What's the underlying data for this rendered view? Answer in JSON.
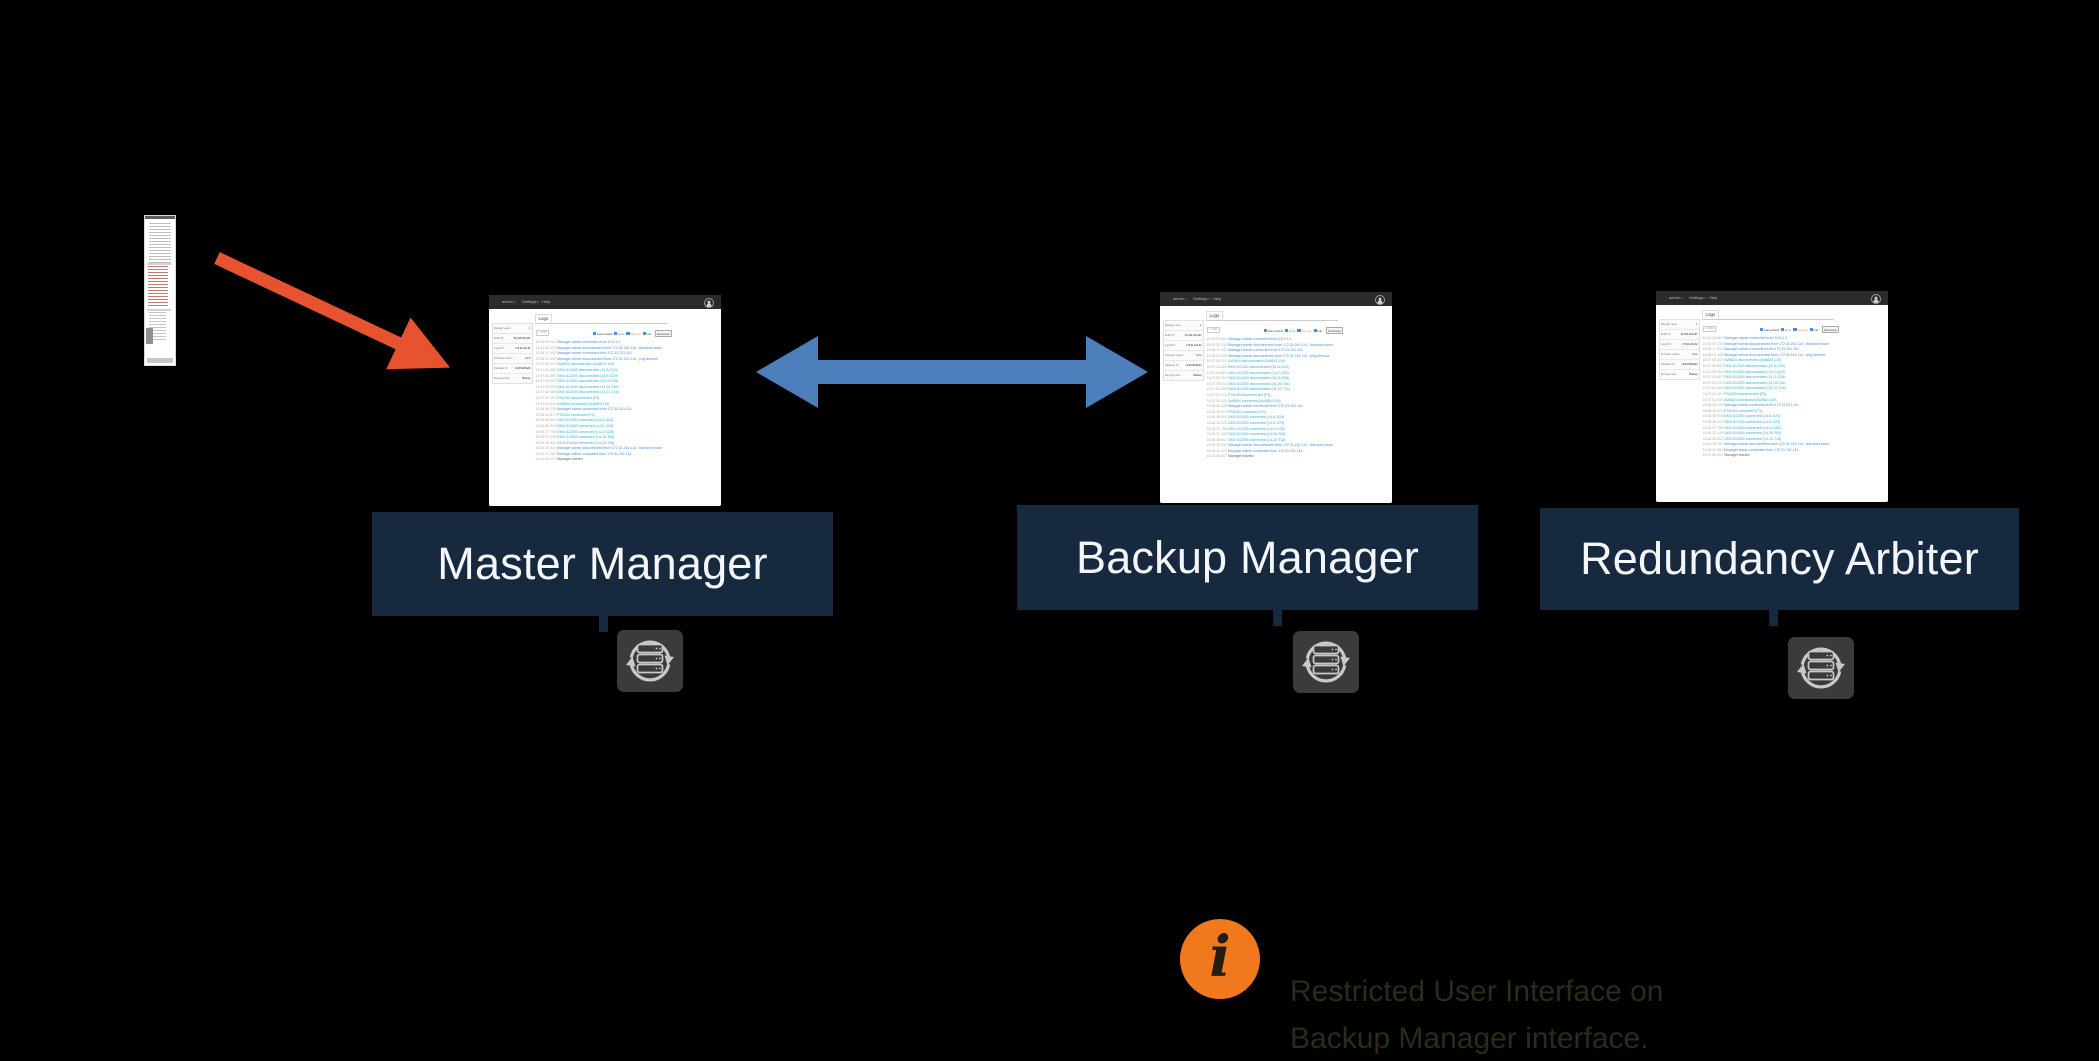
{
  "colors": {
    "bg": "#000000",
    "navy": "#16293F",
    "red": "#E7532F",
    "blue": "#4C7EBC",
    "orange": "#F0791E",
    "caption": "#2E291B",
    "titlebar": "#2B2B2B",
    "logBlue": "#4A8FD4",
    "logTeal": "#35AECE",
    "checkbox": "#3D8FE0",
    "warn": "#F0A030"
  },
  "nodes": [
    {
      "label": "Master Manager"
    },
    {
      "label": "Backup Manager"
    },
    {
      "label": "Redundancy Arbiter"
    }
  ],
  "note": {
    "line1": "Restricted User Interface on",
    "line2": "Backup Manager interface."
  },
  "window": {
    "menu": [
      "admin",
      "Settings",
      "Help"
    ],
    "tab": "Logs",
    "pagination": "1 / 2030",
    "sidebar": [
      {
        "label": "Manager users",
        "value": "1"
      },
      {
        "label": "Public IP",
        "value": "62.194.194.227"
      },
      {
        "label": "Local IP 1",
        "value": "172.31.241.32"
      },
      {
        "label": "Firmware version",
        "value": "4.0.2"
      },
      {
        "label": "Hardware ID",
        "value": "8ca57af15a34"
      },
      {
        "label": "Running mode",
        "value": "Backup"
      }
    ],
    "filters": [
      {
        "label": "Auto-refresh",
        "color": "dark"
      },
      {
        "label": "Error",
        "color": "blue"
      },
      {
        "label": "Warning",
        "color": "orange"
      },
      {
        "label": "Info",
        "color": "dark"
      }
    ],
    "download_label": "Download",
    "log_lines": [
      {
        "time": "15:42:09.661",
        "msg": "Manager admin connected from 10.0.1.2",
        "color": "blue"
      },
      {
        "time": "15:41:52.130",
        "msg": "Manager admin disconnected from 172.31.241.114 : transport close",
        "color": "blue"
      },
      {
        "time": "15:38:17.902",
        "msg": "Manager admin connected from 172.31.241.114",
        "color": "blue"
      },
      {
        "time": "15:38:02.445",
        "msg": "Manager admin disconnected from 172.31.241.114 : ping timeout",
        "color": "blue"
      },
      {
        "time": "15:37:55.310",
        "msg": "AVAB24 disconnected (AVAB24.119)",
        "color": "teal"
      },
      {
        "time": "15:37:54.882",
        "msg": "DMX-512000 disconnected (14-A-G24)",
        "color": "teal"
      },
      {
        "time": "15:37:54.551",
        "msg": "DMX-512000 disconnected (14-E-G29)",
        "color": "teal"
      },
      {
        "time": "15:37:53.907",
        "msg": "DMX-512000 disconnected (14-G-G28)",
        "color": "teal"
      },
      {
        "time": "15:37:53.215",
        "msg": "DMX-512000 disconnected (14-26-T64)",
        "color": "teal"
      },
      {
        "time": "15:37:52.668",
        "msg": "DMX-512000 disconnected (14-22-T16)",
        "color": "teal"
      },
      {
        "time": "15:37:52.101",
        "msg": "PSU200 disconnected (P3)",
        "color": "teal"
      },
      {
        "time": "15:37:51.540",
        "msg": "AVAB24 connected (AVAB24.119)",
        "color": "teal"
      },
      {
        "time": "15:36:40.226",
        "msg": "Manager admin connected from 172.31.241.114",
        "color": "blue"
      },
      {
        "time": "15:36:39.871",
        "msg": "PSU200 connected (P3)",
        "color": "teal"
      },
      {
        "time": "15:36:38.904",
        "msg": "DMX-512000 connected (14-A-G24)",
        "color": "teal"
      },
      {
        "time": "15:36:38.310",
        "msg": "DMX-512000 connected (14-E-G29)",
        "color": "teal"
      },
      {
        "time": "15:36:37.788",
        "msg": "DMX-512000 connected (14-G-G28)",
        "color": "teal"
      },
      {
        "time": "15:36:37.145",
        "msg": "DMX-512000 connected (14-26-T64)",
        "color": "teal"
      },
      {
        "time": "15:36:36.602",
        "msg": "DMX-512000 connected (14-22-T16)",
        "color": "teal"
      },
      {
        "time": "15:34:28.330",
        "msg": "Manager admin disconnected from 172.31.241.114 : transport close",
        "color": "blue"
      },
      {
        "time": "15:34:11.092",
        "msg": "Manager admin connected from 172.31.241.114",
        "color": "blue"
      },
      {
        "time": "15:31:54.007",
        "msg": "Manager started",
        "color": "dark"
      }
    ]
  }
}
